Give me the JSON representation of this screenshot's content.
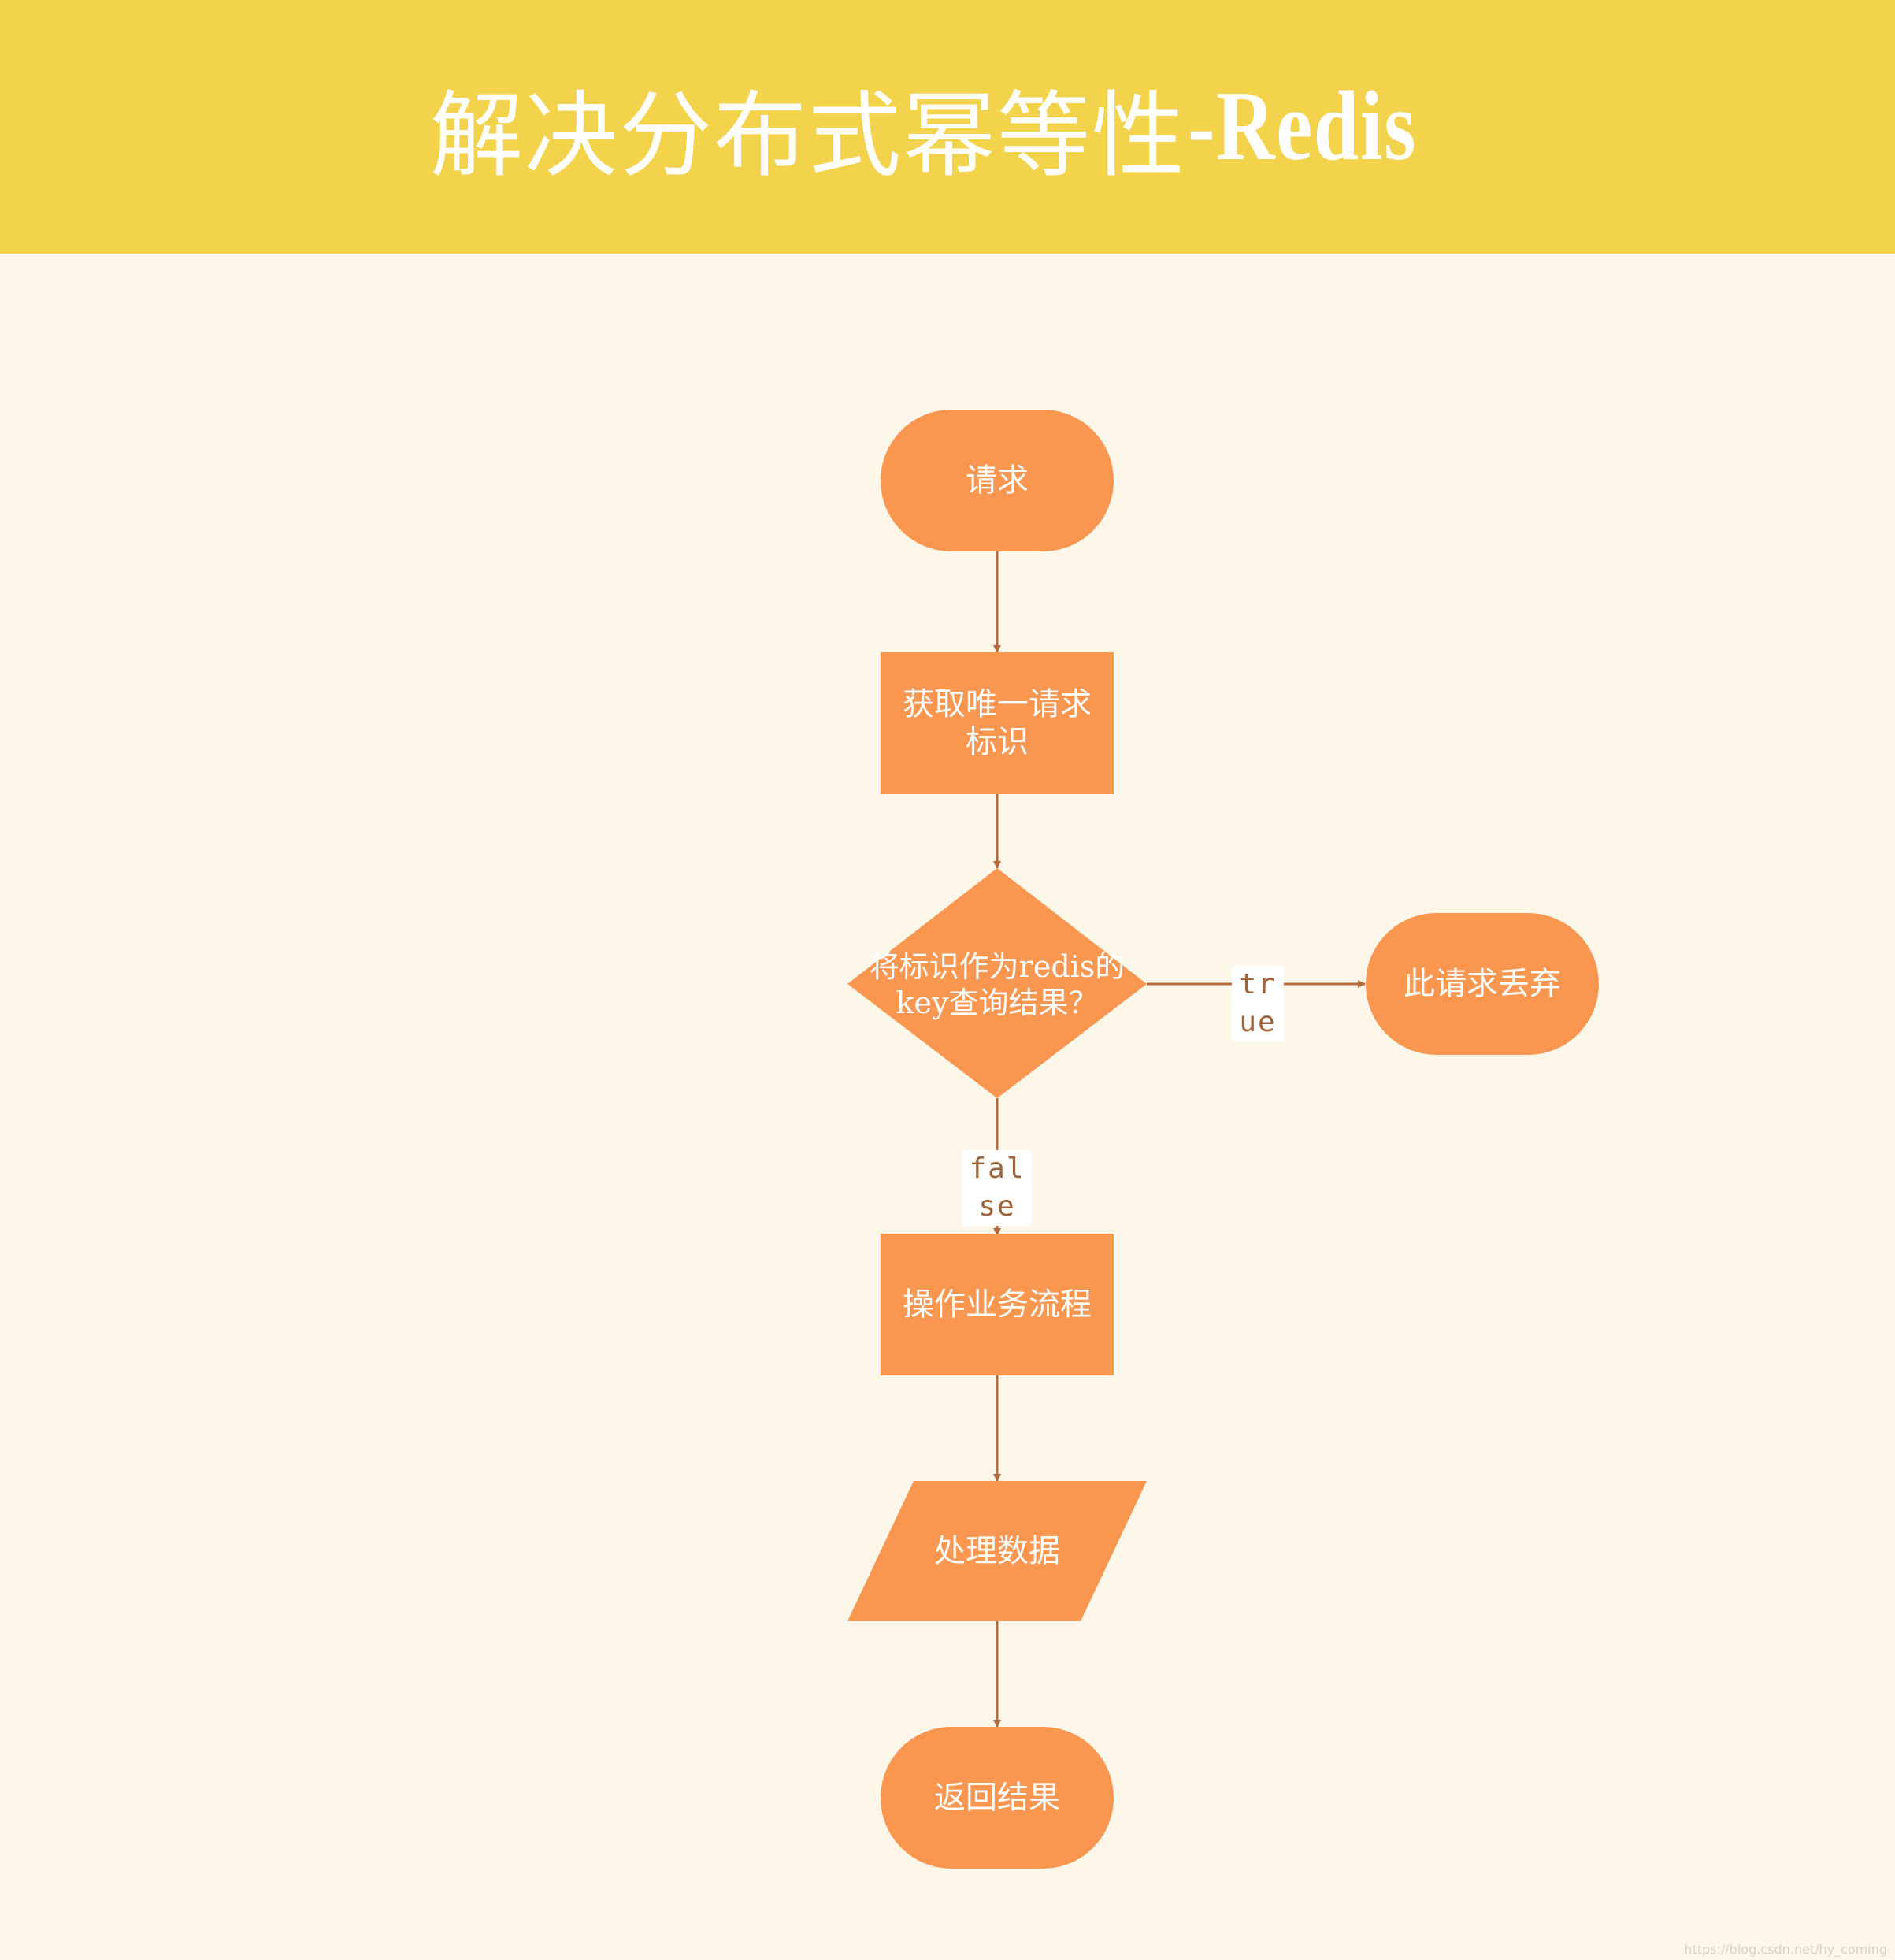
{
  "title": {
    "main": "解决分布式幂等性",
    "suffix": "-Redis"
  },
  "colors": {
    "header": "#f3d24c",
    "background": "#fdf7e9",
    "node_fill": "#f99650",
    "connector": "#b5683a",
    "edge_label_text": "#a0643a"
  },
  "nodes": {
    "start": "请求",
    "get_id": "获取唯一请求标识",
    "decision": "将标识作为redis的key查询结果？",
    "discard": "此请求丢弃",
    "business": "操作业务流程",
    "process": "处理数据",
    "end": "返回结果"
  },
  "edges": {
    "true_label": "true",
    "false_label": "false"
  },
  "watermark": "https://blog.csdn.net/hy_coming"
}
